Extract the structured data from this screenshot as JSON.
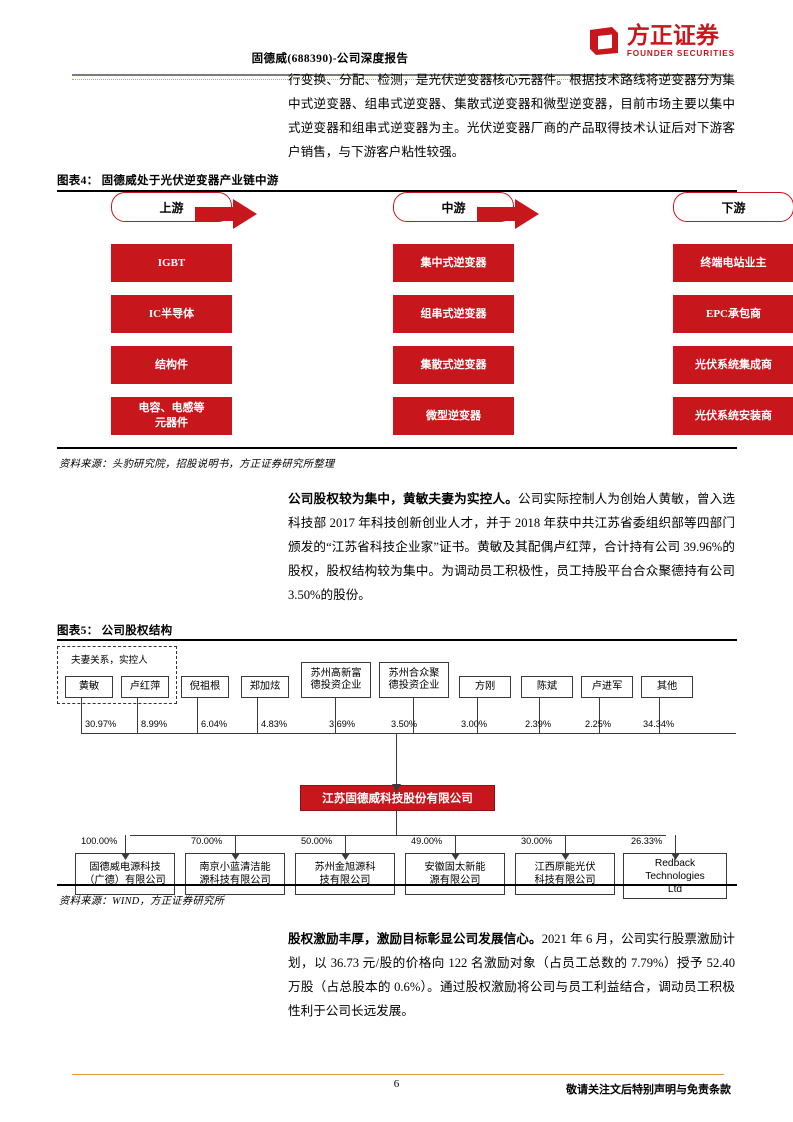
{
  "header": {
    "title": "固德威(688390)-公司深度报告",
    "logo_cn": "方正证券",
    "logo_en": "FOUNDER SECURITIES",
    "logo_color": "#c8161d"
  },
  "paragraphs": {
    "top": "行变换、分配、检测，是光伏逆变器核心元器件。根据技术路线将逆变器分为集中式逆变器、组串式逆变器、集散式逆变器和微型逆变器，目前市场主要以集中式逆变器和组串式逆变器为主。光伏逆变器厂商的产品取得技术认证后对下游客户销售，与下游客户粘性较强。",
    "mid_bold": "公司股权较为集中，黄敏夫妻为实控人。",
    "mid_rest": "公司实际控制人为创始人黄敏，曾入选科技部 2017 年科技创新创业人才，并于 2018 年获中共江苏省委组织部等四部门颁发的“江苏省科技企业家”证书。黄敏及其配偶卢红萍，合计持有公司 39.96%的股权，股权结构较为集中。为调动员工积极性，员工持股平台合众聚德持有公司 3.50%的股份。",
    "bot_bold": "股权激励丰厚，激励目标彰显公司发展信心。",
    "bot_rest": "2021 年 6 月，公司实行股票激励计划，以 36.73 元/股的价格向 122 名激励对象（占员工总数的 7.79%）授予 52.40 万股（占总股本的 0.6%）。通过股权激励将公司与员工利益结合，调动员工积极性利于公司长远发展。"
  },
  "figure4": {
    "title": "图表4： 固德威处于光伏逆变器产业链中游",
    "source": "资料来源：头豹研究院，招股说明书，方正证券研究所整理",
    "accent": "#c8161d",
    "columns": [
      {
        "head": "上游",
        "items": [
          "IGBT",
          "IC半导体",
          "结构件",
          "电容、电感等\n元器件"
        ]
      },
      {
        "head": "中游",
        "items": [
          "集中式逆变器",
          "组串式逆变器",
          "集散式逆变器",
          "微型逆变器"
        ]
      },
      {
        "head": "下游",
        "items": [
          "终端电站业主",
          "EPC承包商",
          "光伏系统集成商",
          "光伏系统安装商"
        ]
      }
    ]
  },
  "figure5": {
    "title": "图表5： 公司股权结构",
    "source": "资料来源：WIND，方正证券研究所",
    "controller_label": "夫妻关系，实控人",
    "company": "江苏固德威科技股份有限公司",
    "company_color": "#c8161d",
    "shareholders": [
      {
        "name": "黄敏",
        "pct": "30.97%"
      },
      {
        "name": "卢红萍",
        "pct": "8.99%"
      },
      {
        "name": "倪祖根",
        "pct": "6.04%"
      },
      {
        "name": "郑加炫",
        "pct": "4.83%"
      },
      {
        "name": "苏州高新富\n德投资企业",
        "pct": "3.69%"
      },
      {
        "name": "苏州合众聚\n德投资企业",
        "pct": "3.50%"
      },
      {
        "name": "方刚",
        "pct": "3.00%"
      },
      {
        "name": "陈斌",
        "pct": "2.39%"
      },
      {
        "name": "卢进军",
        "pct": "2.25%"
      },
      {
        "name": "其他",
        "pct": "34.34%"
      }
    ],
    "subsidiaries": [
      {
        "name": "固德威电源科技\n（广德）有限公司",
        "pct": "100.00%"
      },
      {
        "name": "南京小蓝清洁能\n源科技有限公司",
        "pct": "70.00%"
      },
      {
        "name": "苏州金旭源科\n技有限公司",
        "pct": "50.00%"
      },
      {
        "name": "安徽固太新能\n源有限公司",
        "pct": "49.00%"
      },
      {
        "name": "江西原能光伏\n科技有限公司",
        "pct": "30.00%"
      },
      {
        "name": "Redback\nTechnologies\nLtd",
        "pct": "26.33%"
      }
    ]
  },
  "footer": {
    "page_number": "6",
    "note": "敬请关注文后特别声明与免责条款",
    "rule_color": "#e8963c"
  }
}
